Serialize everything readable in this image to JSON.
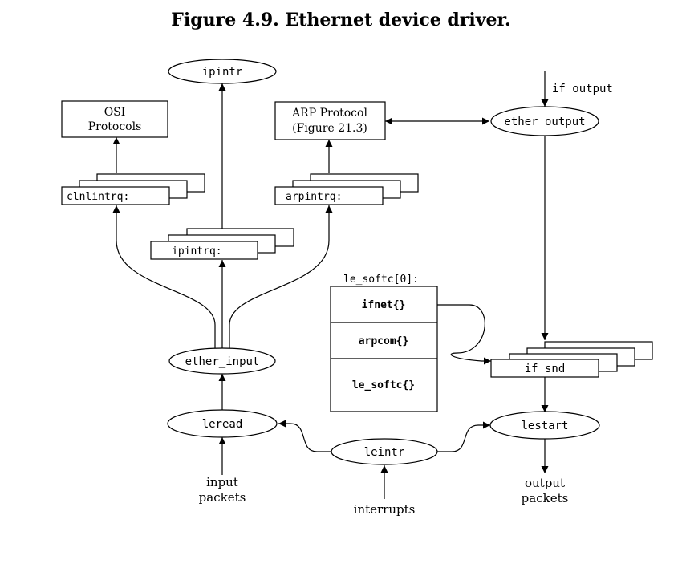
{
  "title": "Figure 4.9. Ethernet device driver.",
  "nodes": {
    "ipintr": "ipintr",
    "osi_line1": "OSI",
    "osi_line2": "Protocols",
    "arp_line1": "ARP Protocol",
    "arp_line2": "(Figure 21.3)",
    "ether_output": "ether_output",
    "if_output": "if_output",
    "clnlintrq": "clnlintrq:",
    "arpintrq": "arpintrq:",
    "ipintrq": "ipintrq:",
    "le_softc_array": "le_softc[0]:",
    "ifnet": "ifnet{}",
    "arpcom": "arpcom{}",
    "le_softc": "le_softc{}",
    "ether_input": "ether_input",
    "if_snd": "if_snd",
    "leread": "leread",
    "lestart": "lestart",
    "leintr": "leintr",
    "input_line1": "input",
    "input_line2": "packets",
    "interrupts": "interrupts",
    "output_line1": "output",
    "output_line2": "packets"
  }
}
